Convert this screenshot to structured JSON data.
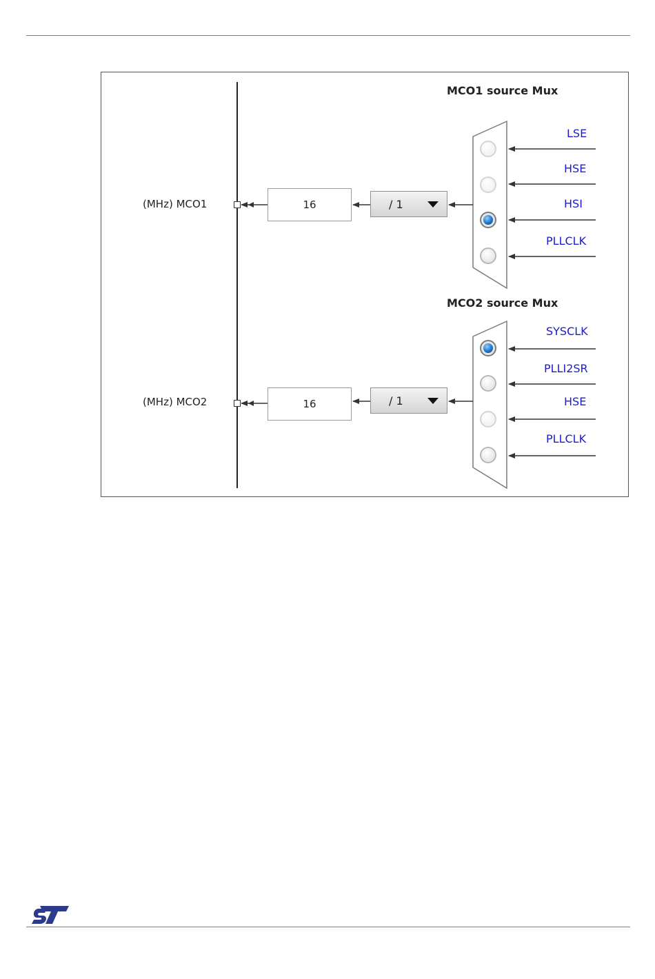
{
  "mco1": {
    "label": "(MHz) MCO1",
    "value": "16",
    "divider": "/ 1",
    "mux_title": "MCO1 source Mux",
    "sources": [
      "LSE",
      "HSE",
      "HSI",
      "PLLCLK"
    ],
    "selected": "HSI"
  },
  "mco2": {
    "label": "(MHz) MCO2",
    "value": "16",
    "divider": "/ 1",
    "mux_title": "MCO2 source Mux",
    "sources": [
      "SYSCLK",
      "PLLI2SR",
      "HSE",
      "PLLCLK"
    ],
    "selected": "SYSCLK"
  },
  "colors": {
    "source_label": "#1a1ad0",
    "selected_radio": "#1e74c8",
    "logo": "#2a3a8c"
  },
  "logo": {
    "icon": "st-logo-icon",
    "text": "ST"
  }
}
